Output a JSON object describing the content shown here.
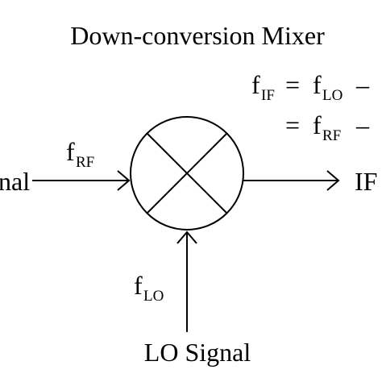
{
  "title": "Down-conversion Mixer",
  "equation": {
    "line1": {
      "lhs_base": "f",
      "lhs_sub": "IF",
      "op": "=",
      "rhs_base": "f",
      "rhs_sub": "LO",
      "tail": "–"
    },
    "line2": {
      "op": "=",
      "rhs_base": "f",
      "rhs_sub": "RF",
      "tail": "–"
    }
  },
  "rf_input": {
    "label_partial": "nal",
    "freq_base": "f",
    "freq_sub": "RF"
  },
  "lo_input": {
    "label": "LO Signal",
    "freq_base": "f",
    "freq_sub": "LO"
  },
  "if_output": {
    "label_partial": "IF"
  },
  "colors": {
    "stroke": "#000000",
    "background": "#ffffff"
  }
}
